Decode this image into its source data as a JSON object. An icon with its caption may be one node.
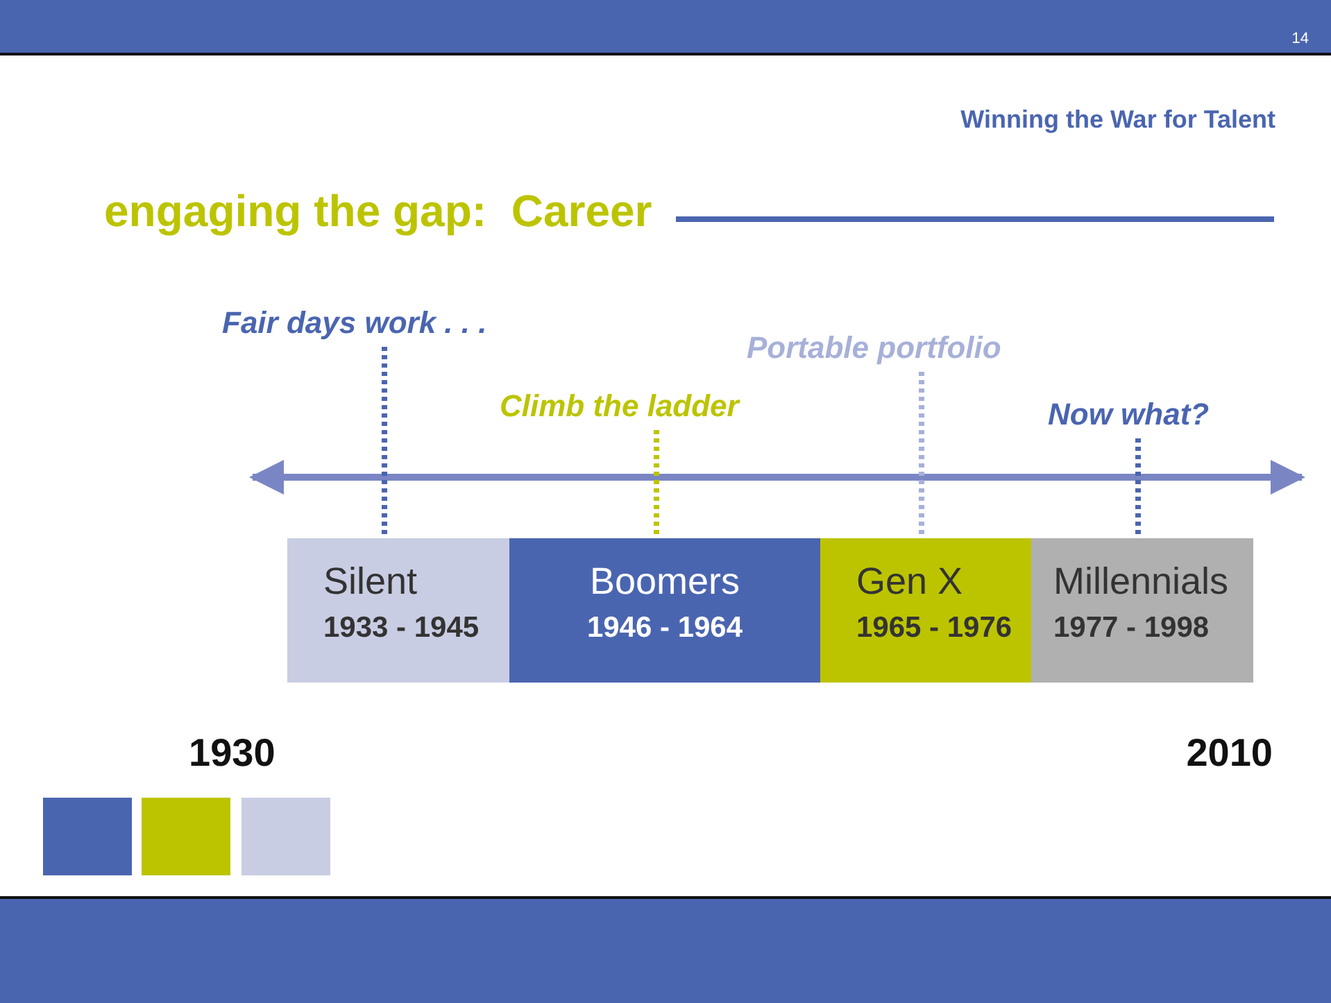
{
  "diagram": {
    "title": "engaging the gap:  Career",
    "nodes": [
      {
        "text": [
          "Silent",
          "1933 - 1945"
        ]
      },
      {
        "text": [
          "Boomers",
          "1946 - 1964"
        ]
      },
      {
        "text": [
          "Gen X",
          "1965 - 1976"
        ]
      },
      {
        "text": [
          "Millennials",
          "1977 - 1998"
        ]
      },
      {
        "text": [
          "Fair days work . . ."
        ]
      },
      {
        "text": [
          "Climb the ladder"
        ]
      },
      {
        "text": [
          "Portable portfolio"
        ]
      },
      {
        "text": [
          "Now what?"
        ]
      }
    ],
    "edges": [
      {
        "from": 4,
        "to": 0,
        "arrow": "none",
        "style": "dashed"
      },
      {
        "from": 5,
        "to": 1,
        "arrow": "none",
        "style": "dashed",
        "color": "#bcc400"
      },
      {
        "from": 6,
        "to": 2,
        "arrow": "none",
        "style": "dashed",
        "color": "#a7b0d8"
      },
      {
        "from": 7,
        "to": 3,
        "arrow": "none",
        "style": "dashed"
      }
    ],
    "labels": [
      "14",
      "Winning the War for Talent",
      "1930",
      "2010"
    ]
  }
}
